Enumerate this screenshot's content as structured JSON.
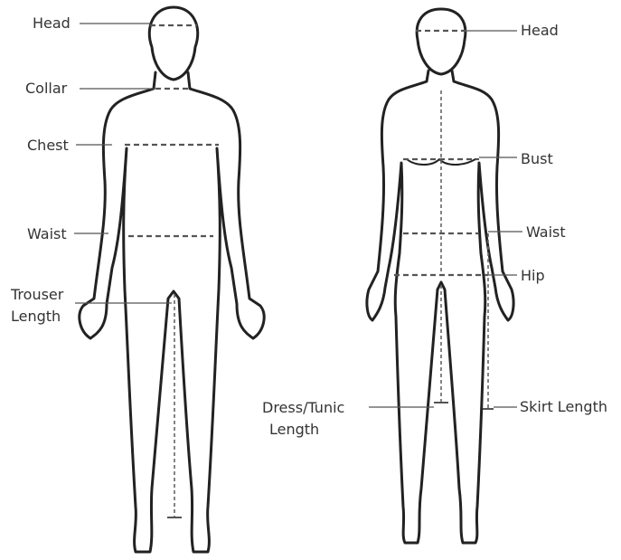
{
  "male_figure": {
    "labels": {
      "head": "Head",
      "collar": "Collar",
      "chest": "Chest",
      "waist": "Waist",
      "trouser_line1": "Trouser",
      "trouser_line2": "Length"
    }
  },
  "female_figure": {
    "labels": {
      "head": "Head",
      "bust": "Bust",
      "waist": "Waist",
      "hip": "Hip",
      "dress_line1": "Dress/Tunic",
      "dress_line2": "Length",
      "skirt": "Skirt Length"
    }
  },
  "colors": {
    "outline": "#222222",
    "guide": "#555555",
    "text": "#333333"
  }
}
